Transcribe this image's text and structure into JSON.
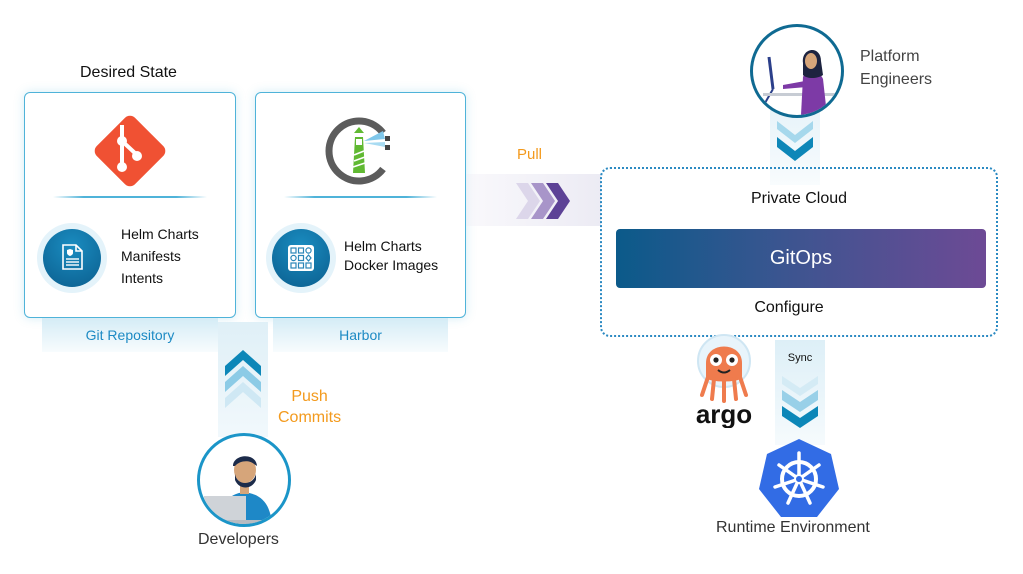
{
  "desired_state": {
    "title": "Desired State"
  },
  "cards": {
    "git": {
      "logo": "git-logo",
      "icon": "document-shield-icon",
      "items": [
        "Helm Charts",
        "Manifests",
        "Intents"
      ],
      "label": "Git Repository"
    },
    "harbor": {
      "logo": "harbor-lighthouse-logo",
      "icon": "grid-apps-icon",
      "items": [
        "Helm Charts",
        "Docker Images"
      ],
      "label": "Harbor"
    }
  },
  "developers": {
    "arrow_label_lines": [
      "Push",
      "Commits"
    ],
    "label": "Developers",
    "icon": "developer-avatar"
  },
  "pull": {
    "label": "Pull"
  },
  "private_cloud": {
    "title": "Private Cloud",
    "gitops_label": "GitOps",
    "configure_label": "Configure"
  },
  "platform_engineers": {
    "label_lines": [
      "Platform",
      "Engineers"
    ],
    "icon": "platform-engineer-avatar"
  },
  "sync": {
    "label": "Sync"
  },
  "argo": {
    "label": "argo"
  },
  "runtime": {
    "label": "Runtime Environment",
    "icon": "kubernetes-logo"
  },
  "colors": {
    "accent_blue": "#1d8ac4",
    "accent_orange": "#f39a1d",
    "git_orange": "#f05133",
    "gitops_start": "#0b5a8a",
    "gitops_end": "#6d4a95",
    "k8s_blue": "#326ce5",
    "argo_orange": "#ef7b4d"
  }
}
